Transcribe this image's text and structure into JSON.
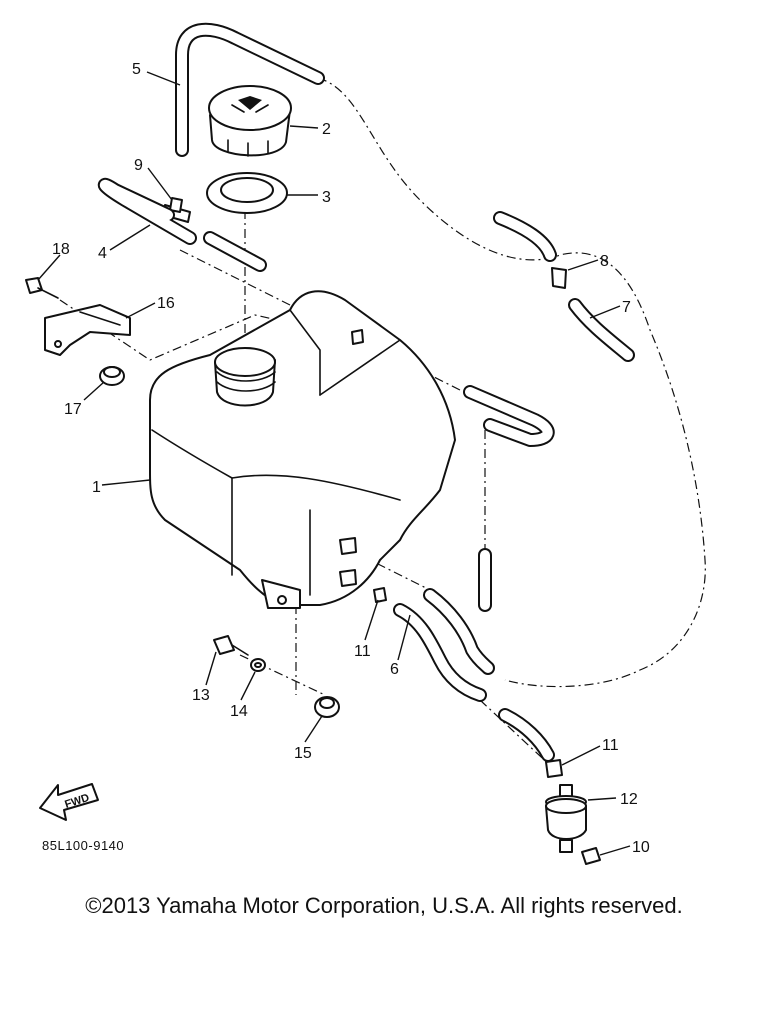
{
  "callouts": {
    "c1": "1",
    "c2": "2",
    "c3": "3",
    "c4": "4",
    "c5": "5",
    "c6": "6",
    "c7": "7",
    "c8": "8",
    "c9": "9",
    "c10": "10",
    "c11a": "11",
    "c11b": "11",
    "c12": "12",
    "c13": "13",
    "c14": "14",
    "c15": "15",
    "c16": "16",
    "c17": "17",
    "c18": "18"
  },
  "diagram_code": "85L100-9140",
  "fwd_label": "FWD",
  "copyright": "©2013 Yamaha Motor Corporation, U.S.A. All rights reserved."
}
